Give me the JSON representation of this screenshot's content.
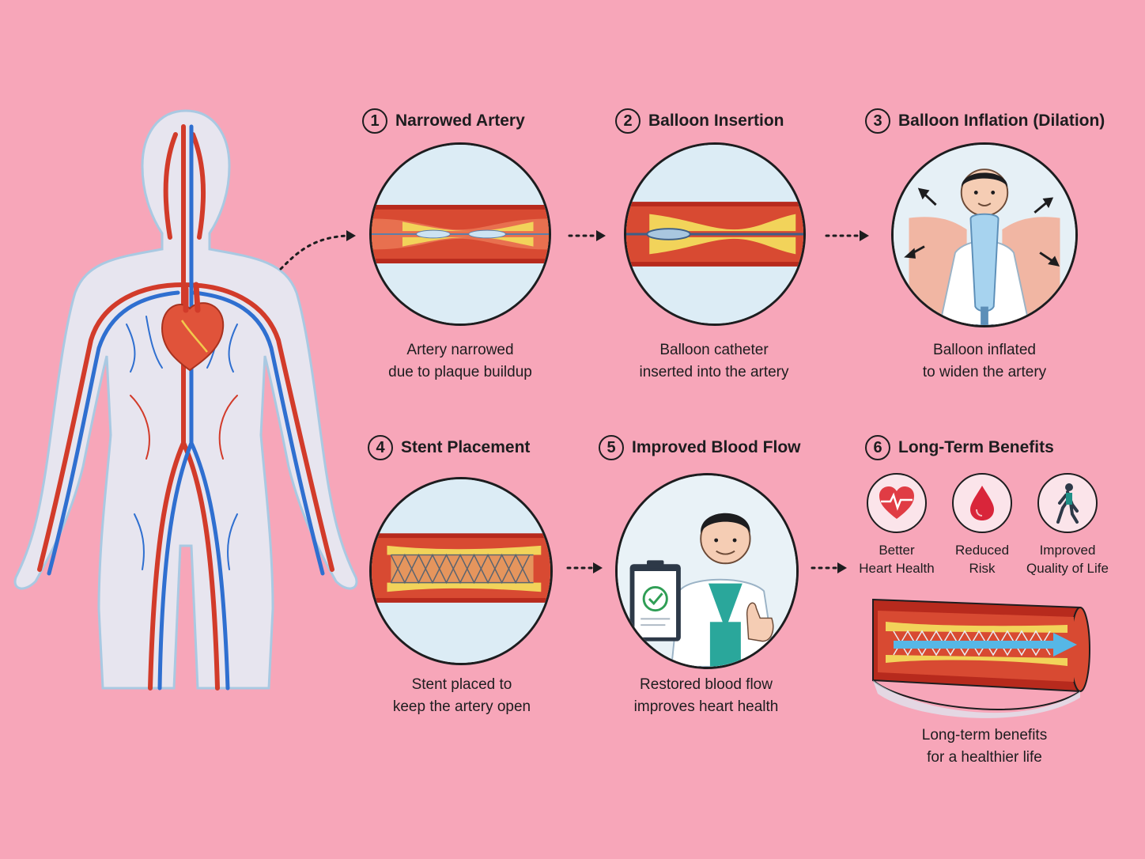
{
  "steps": [
    {
      "number": "1",
      "title": "Narrowed Artery",
      "caption_line1": "Artery narrowed",
      "caption_line2": "due to plaque buildup"
    },
    {
      "number": "2",
      "title": "Balloon Insertion",
      "caption_line1": "Balloon catheter",
      "caption_line2": "inserted into the artery"
    },
    {
      "number": "3",
      "title": "Balloon Inflation (Dilation)",
      "caption_line1": "Balloon inflated",
      "caption_line2": "to widen the artery"
    },
    {
      "number": "4",
      "title": "Stent Placement",
      "caption_line1": "Stent placed to",
      "caption_line2": "keep the artery open"
    },
    {
      "number": "5",
      "title": "Improved Blood Flow",
      "caption_line1": "Restored blood flow",
      "caption_line2": "improves heart health"
    },
    {
      "number": "6",
      "title": "Long-Term Benefits",
      "caption_line1": "Long-term benefits",
      "caption_line2": "for a healthier life"
    }
  ],
  "benefits": [
    {
      "line1": "Better",
      "line2": "Heart Health",
      "icon": "heart-pulse-icon"
    },
    {
      "line1": "Reduced",
      "line2": "Risk",
      "icon": "blood-drop-icon"
    },
    {
      "line1": "Improved",
      "line2": "Quality of Life",
      "icon": "walking-person-icon"
    }
  ],
  "colors": {
    "background": "#f7a6b9",
    "artery_red": "#d23b2a",
    "plaque_yellow": "#f2d35a",
    "vein_blue": "#2f6fd0",
    "circle_fill": "#dcecf5"
  }
}
